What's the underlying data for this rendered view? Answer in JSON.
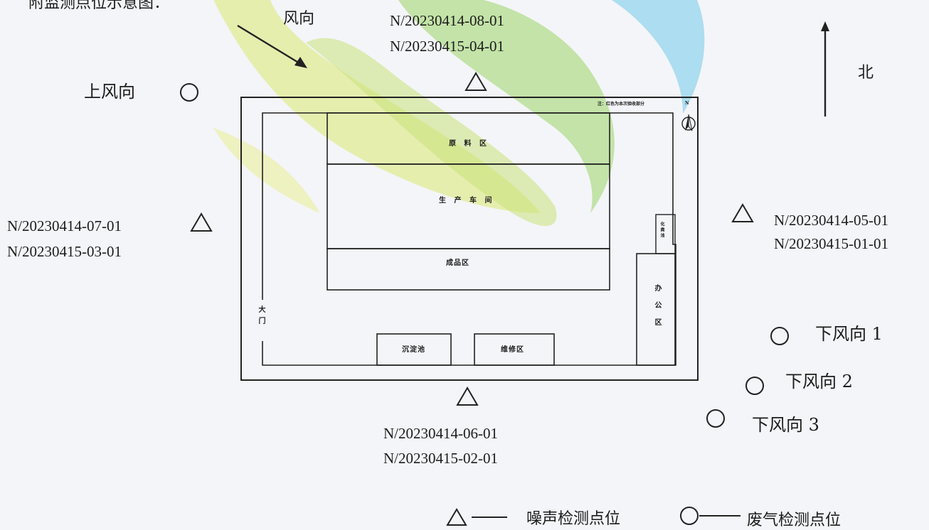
{
  "header": {
    "title": "附监测点位示意图："
  },
  "wind": {
    "label": "风向"
  },
  "north": {
    "label": "北"
  },
  "upwind": {
    "label": "上风向"
  },
  "downwind": [
    {
      "label": "下风向 1"
    },
    {
      "label": "下风向 2"
    },
    {
      "label": "下风向 3"
    }
  ],
  "noise_points": {
    "north": [
      "N/20230414-08-01",
      "N/20230415-04-01"
    ],
    "west": [
      "N/20230414-07-01",
      "N/20230415-03-01"
    ],
    "east": [
      "N/20230414-05-01",
      "N/20230415-01-01"
    ],
    "south": [
      "N/20230414-06-01",
      "N/20230415-02-01"
    ]
  },
  "plan": {
    "note": "注：红色为本次验收部分",
    "compass_letter": "N",
    "raw_material": "原 料 区",
    "workshop": "生 产 车 间",
    "finished": "成品区",
    "gate": "大门",
    "office": "办公区",
    "toilet": "化粪池",
    "sediment": "沉淀池",
    "repair": "维修区"
  },
  "legend": {
    "noise": "噪声检测点位",
    "gas": "废气检测点位"
  }
}
